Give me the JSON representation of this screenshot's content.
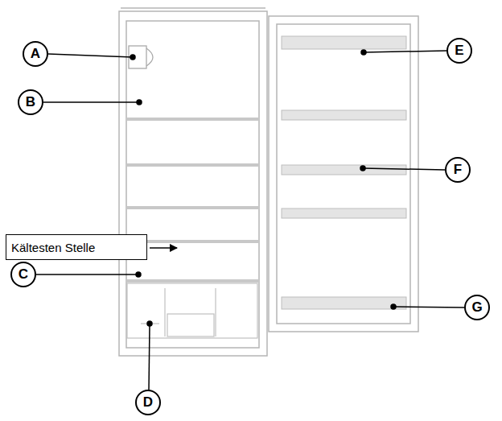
{
  "diagram": {
    "nodes": [
      {
        "text": [
          "A"
        ]
      },
      {
        "text": [
          "E"
        ]
      },
      {
        "text": [
          "B"
        ]
      },
      {
        "text": [
          "F"
        ]
      },
      {
        "text": [
          "Kältesten Stelle"
        ]
      },
      {
        "text": [
          "C"
        ]
      },
      {
        "text": [
          "G"
        ]
      },
      {
        "text": [
          "D"
        ]
      }
    ]
  }
}
